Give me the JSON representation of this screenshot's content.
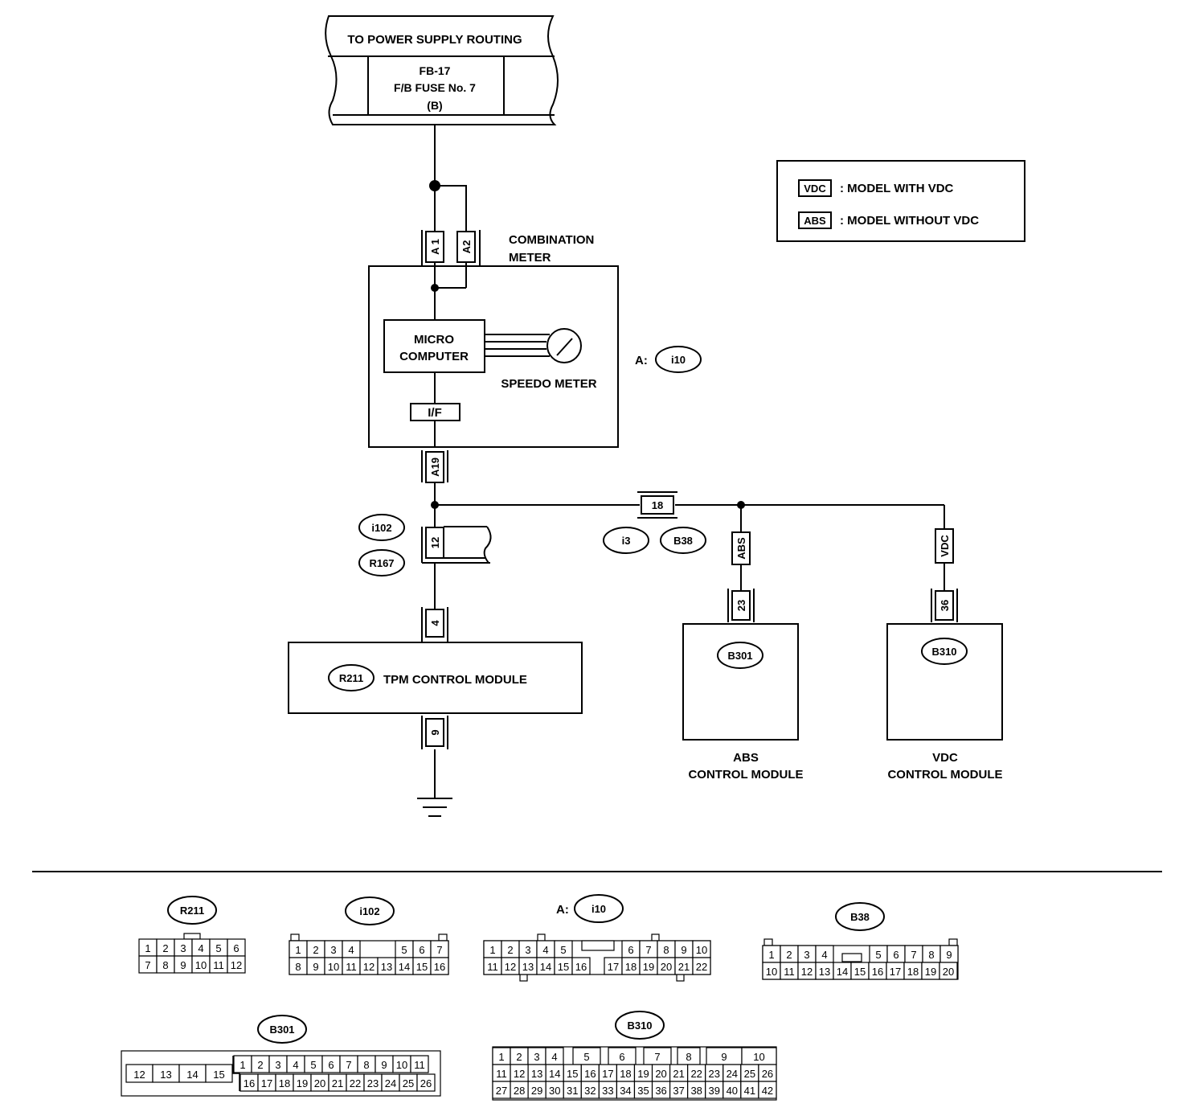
{
  "power": {
    "title": "TO POWER SUPPLY ROUTING",
    "fuse_line1": "FB-17",
    "fuse_line2": "F/B FUSE No. 7",
    "fuse_line3": "(B)"
  },
  "legend": {
    "vdc_tag": "VDC",
    "vdc_text": ": MODEL WITH VDC",
    "abs_tag": "ABS",
    "abs_text": ": MODEL WITHOUT VDC"
  },
  "combination_meter": {
    "label1": "COMBINATION",
    "label2": "METER",
    "pin_a1": "A 1",
    "pin_a2": "A2",
    "micro1": "MICRO",
    "micro2": "COMPUTER",
    "speedo": "SPEEDO METER",
    "interface": "I/F",
    "pin_a19": "A19",
    "connector_prefix": "A:",
    "connector": "i10"
  },
  "splice": {
    "pin_12": "12",
    "conn_i102": "i102",
    "conn_r167": "R167",
    "pin_18": "18",
    "conn_i3": "i3",
    "conn_b38": "B38",
    "tag_abs": "ABS",
    "tag_vdc": "VDC"
  },
  "tpm": {
    "pin_4": "4",
    "connector": "R211",
    "label": "TPM CONTROL MODULE",
    "pin_9": "9"
  },
  "abs_module": {
    "pin": "23",
    "connector": "B301",
    "label1": "ABS",
    "label2": "CONTROL MODULE"
  },
  "vdc_module": {
    "pin": "36",
    "connector": "B310",
    "label1": "VDC",
    "label2": "CONTROL MODULE"
  },
  "connectors": {
    "r211": {
      "name": "R211",
      "row1": [
        "1",
        "2",
        "3",
        "4",
        "5",
        "6"
      ],
      "row2": [
        "7",
        "8",
        "9",
        "10",
        "11",
        "12"
      ]
    },
    "i102": {
      "name": "i102",
      "row1a": [
        "1",
        "2",
        "3",
        "4"
      ],
      "row1b": [
        "5",
        "6",
        "7"
      ],
      "row2": [
        "8",
        "9",
        "10",
        "11",
        "12",
        "13",
        "14",
        "15",
        "16"
      ]
    },
    "i10": {
      "prefix": "A:",
      "name": "i10",
      "row1a": [
        "1",
        "2",
        "3",
        "4",
        "5"
      ],
      "row1b": [
        "6",
        "7",
        "8",
        "9",
        "10"
      ],
      "row2a": [
        "11",
        "12",
        "13",
        "14",
        "15",
        "16"
      ],
      "row2b": [
        "17",
        "18",
        "19",
        "20",
        "21",
        "22"
      ]
    },
    "b38": {
      "name": "B38",
      "row1a": [
        "1",
        "2",
        "3",
        "4"
      ],
      "row1b": [
        "5",
        "6",
        "7",
        "8",
        "9"
      ],
      "row2": [
        "10",
        "11",
        "12",
        "13",
        "14",
        "15",
        "16",
        "17",
        "18",
        "19",
        "20"
      ]
    },
    "b301": {
      "name": "B301",
      "left": [
        "12",
        "13",
        "14",
        "15"
      ],
      "row1": [
        "1",
        "2",
        "3",
        "4",
        "5",
        "6",
        "7",
        "8",
        "9",
        "10",
        "11"
      ],
      "row2": [
        "16",
        "17",
        "18",
        "19",
        "20",
        "21",
        "22",
        "23",
        "24",
        "25",
        "26"
      ]
    },
    "b310": {
      "name": "B310",
      "row1": [
        "1",
        "2",
        "3",
        "4",
        "5",
        "6",
        "7",
        "8",
        "9",
        "10"
      ],
      "row2": [
        "11",
        "12",
        "13",
        "14",
        "15",
        "16",
        "17",
        "18",
        "19",
        "20",
        "21",
        "22",
        "23",
        "24",
        "25",
        "26"
      ],
      "row3": [
        "27",
        "28",
        "29",
        "30",
        "31",
        "32",
        "33",
        "34",
        "35",
        "36",
        "37",
        "38",
        "39",
        "40",
        "41",
        "42"
      ]
    }
  }
}
